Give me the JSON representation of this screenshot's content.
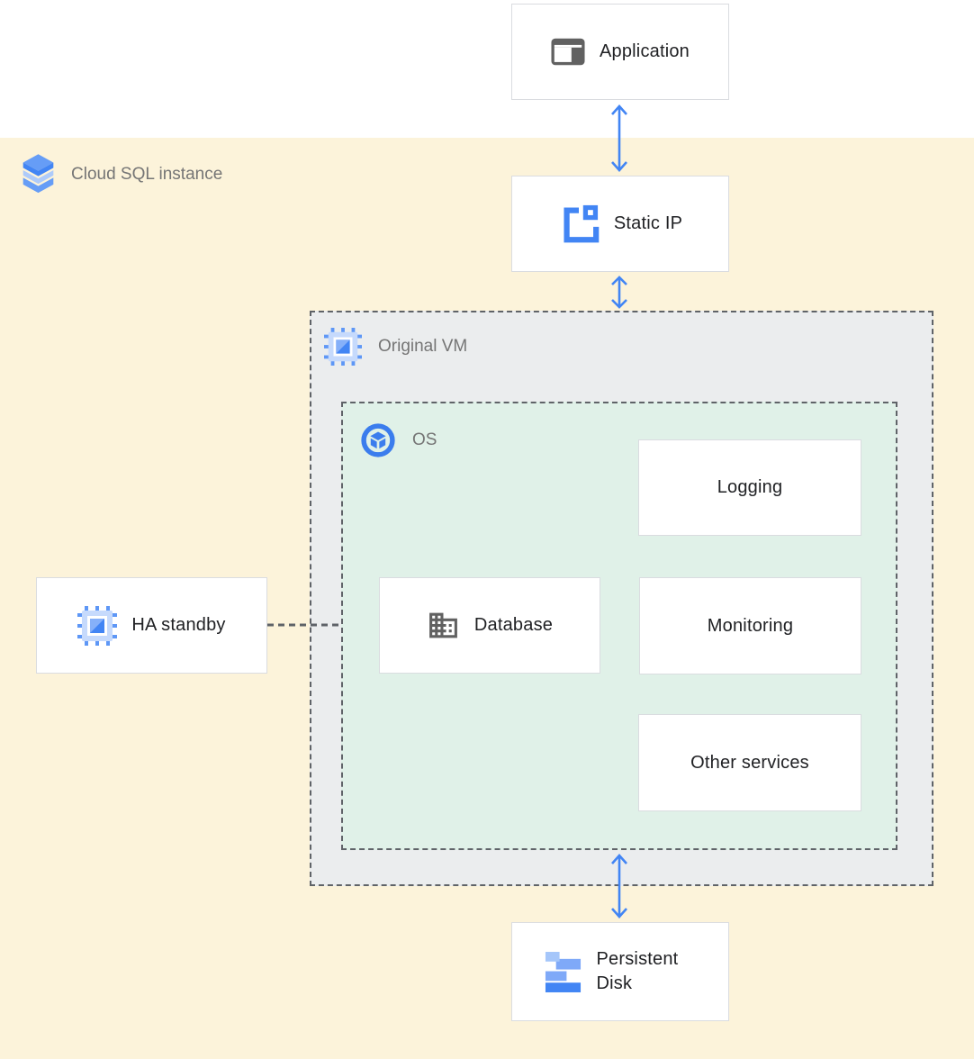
{
  "instance_label": {
    "text": "Cloud SQL instance",
    "icon": "cloud-sql-icon"
  },
  "regions": {
    "original_vm": {
      "label": "Original VM",
      "icon": "compute-chip-icon"
    },
    "os": {
      "label": "OS",
      "icon": "os-image-icon"
    }
  },
  "nodes": {
    "application": {
      "label": "Application",
      "icon": "application-window-icon"
    },
    "static_ip": {
      "label": "Static IP",
      "icon": "static-ip-icon"
    },
    "logging": {
      "label": "Logging"
    },
    "database": {
      "label": "Database",
      "icon": "building-icon"
    },
    "monitoring": {
      "label": "Monitoring"
    },
    "other_services": {
      "label": "Other services"
    },
    "ha_standby": {
      "label": "HA standby",
      "icon": "compute-chip-icon"
    },
    "persistent_disk": {
      "label": "Persistent Disk",
      "icon": "persistent-disk-icon"
    }
  },
  "connections": [
    {
      "from": "application",
      "to": "static_ip",
      "style": "double-arrow-blue"
    },
    {
      "from": "static_ip",
      "to": "original_vm",
      "style": "double-arrow-blue"
    },
    {
      "from": "os",
      "to": "persistent_disk",
      "style": "double-arrow-blue"
    },
    {
      "from": "ha_standby",
      "to": "os",
      "style": "dashed-gray"
    }
  ],
  "colors": {
    "accent_blue": "#4285f4",
    "icon_light_blue": "#a5c6fa",
    "icon_medium_blue": "#7fa9f8",
    "instance_bg": "#fcf3da",
    "vm_bg": "#ebedee",
    "os_bg": "#e0f1e8",
    "box_border": "#dadce0",
    "dashed_border": "#5f6368",
    "label_gray": "#757575",
    "text_dark": "#202124",
    "icon_gray": "#616161"
  }
}
